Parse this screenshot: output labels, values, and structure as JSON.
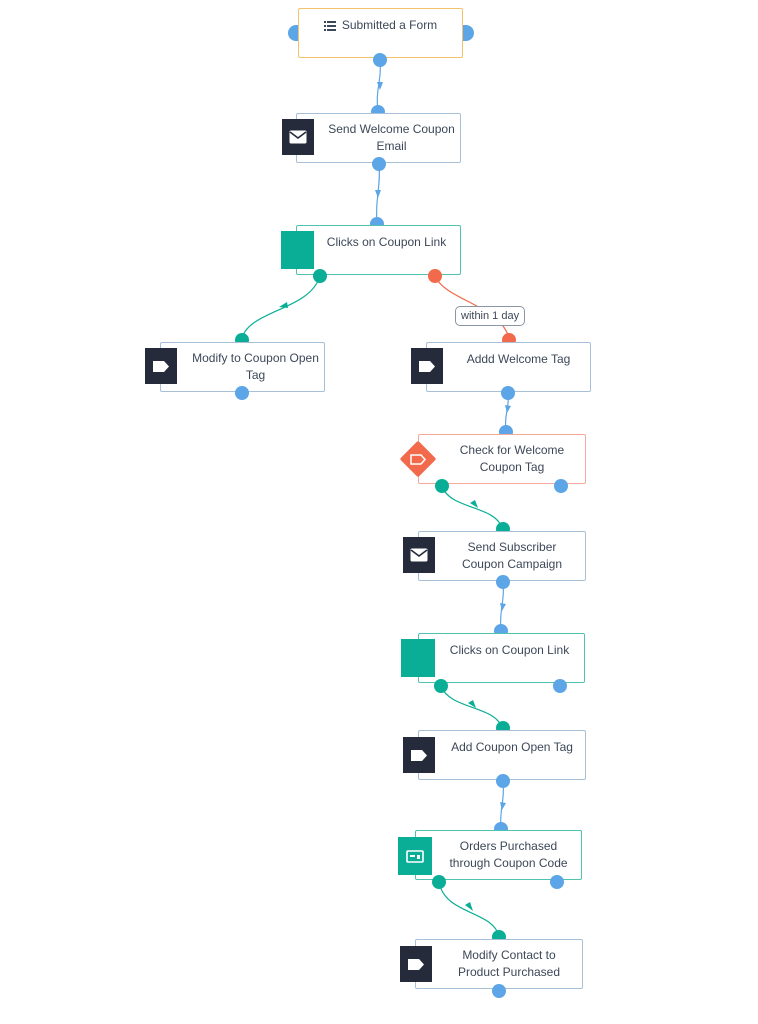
{
  "colors": {
    "blue_port": "#5ca5e6",
    "green_port": "#0aae96",
    "red_port": "#f26a4b",
    "dark_icon_bg": "#262b3b",
    "trigger_border": "#f5c26b"
  },
  "nodes": {
    "trigger": {
      "label": "Submitted a Form",
      "icon": "list-icon"
    },
    "welcome_email": {
      "label": "Send Welcome Coupon Email",
      "icon": "envelope-icon"
    },
    "clicks_1": {
      "label": "Clicks on Coupon Link",
      "icon": "goal-block-icon"
    },
    "modify_open": {
      "label": "Modify to Coupon Open Tag",
      "icon": "tag-icon"
    },
    "delay": {
      "label": "within 1 day"
    },
    "add_welcome_tag": {
      "label": "Addd Welcome Tag",
      "icon": "tag-icon"
    },
    "check_welcome": {
      "label": "Check for Welcome Coupon Tag",
      "icon": "tag-condition-icon"
    },
    "subscriber_campaign": {
      "label": "Send Subscriber Coupon Campaign",
      "icon": "envelope-icon"
    },
    "clicks_2": {
      "label": "Clicks on Coupon Link",
      "icon": "goal-block-icon"
    },
    "add_open_tag": {
      "label": "Add Coupon Open Tag",
      "icon": "tag-icon"
    },
    "orders": {
      "label": "Orders Purchased through Coupon Code",
      "icon": "card-icon"
    },
    "modify_product": {
      "label": "Modify Contact to Product Purchased",
      "icon": "tag-icon"
    }
  }
}
